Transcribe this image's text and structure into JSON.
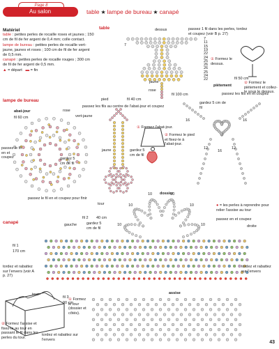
{
  "header": {
    "page_label": "Page 8",
    "banner": "Au salon",
    "title_parts": [
      "table",
      "lampe de bureau",
      "canapé"
    ]
  },
  "materials": {
    "heading": "Matériel",
    "table": {
      "name": "table",
      "text": " : petites perles de rocaille roses et jaunes ; 150 cm de fil de fer argent de 0,4 mm; colle contact."
    },
    "lampe": {
      "name": "lampe de bureau",
      "text": " : petites perles de rocaille vert-jaune, jaunes et roses ; 100 cm de fil de fer argent de 0,5 mm."
    },
    "canape": {
      "name": "canapé",
      "text": " : petites perles de rocaille rouges ; 300 cm de fil de fer argent de 0,5 mm."
    },
    "legend_start": "= départ",
    "legend_end": "= fin"
  },
  "table_section": {
    "label": "table",
    "dessus": "dessus",
    "instruction_top": "passez 1 fil dans les perles, tordez et coupez (voir B p. 27)",
    "row_numbers": [
      "7",
      "11",
      "15",
      "19",
      "22",
      "24",
      "25",
      "26",
      "26",
      "25",
      "24",
      "22"
    ],
    "left_7": "7",
    "fil": "fil 100 cm",
    "jaune": "jaune",
    "rose": "rose",
    "step1": "Formez le dessus.",
    "pietement": "piètement",
    "fil_pied": "fil 50 cm",
    "pied_instr": "passez les fils en et coupez",
    "step2": "Formez le piètement et collez-le sous le dessus."
  },
  "lampe_section": {
    "label": "lampe de bureau",
    "abat_jour": "abat-jour",
    "fil60": "fil 60 cm",
    "rose": "rose",
    "vert_jaune": "vert-jaune",
    "gardez": "gardez 5 cm de fil",
    "left_instr": "passez le fil en et coupez",
    "bottom_instr": "passez le fil en et coupez pour finir",
    "tour": "tour",
    "pied": "pied",
    "fil40": "fil 40 cm",
    "pied_instr": "passez les fils au centre de l'abat-jour et coupez",
    "jaune": "jaune",
    "gardez_pied": "gardez 5 cm de fil",
    "step1": "Formez l'abat-jour.",
    "step2": "Formez le pied et fixez-le à l'abat-jour.",
    "pietement_gardez": "gardez 5 cm de fil",
    "nums": [
      "12",
      "12",
      "16",
      "16",
      "16"
    ]
  },
  "canape_section": {
    "label": "canapé",
    "dossier": "dossier",
    "fil2": "fil 2",
    "fil40": "40 cm",
    "gardez": "gardez 5 cm de fil",
    "gauche": "gauche",
    "droite": "droite",
    "fil1": "fil 1",
    "fil1_len": "170 cm",
    "legend_red": "= les perles à reprendre pour relier l'assise au tour",
    "passez": "passez en et coupez",
    "tordez_left": "tordez et rabattez sur l'envers (voir A p. 27)",
    "tordez_right": "tordez et rabattez sur l'envers",
    "tour": "tour",
    "fil3": "fil 3",
    "fil3_len": "90 cm",
    "step1": "Formez le tour (dossier et côtés).",
    "step2": "Formez l'assise et fixez-la au tour en passant le fil dans les perles du tour.",
    "assise": "assise",
    "tordez_bottom": "tordez et rabattez sur l'envers",
    "nums": [
      "10",
      "10",
      "10",
      "10",
      "10",
      "10"
    ]
  },
  "page_number": "43",
  "colors": {
    "accent": "#d0232a",
    "bead_pink": "#e9a7b3",
    "bead_yellow": "#f3d061",
    "bead_grey": "#9aa0a8"
  }
}
